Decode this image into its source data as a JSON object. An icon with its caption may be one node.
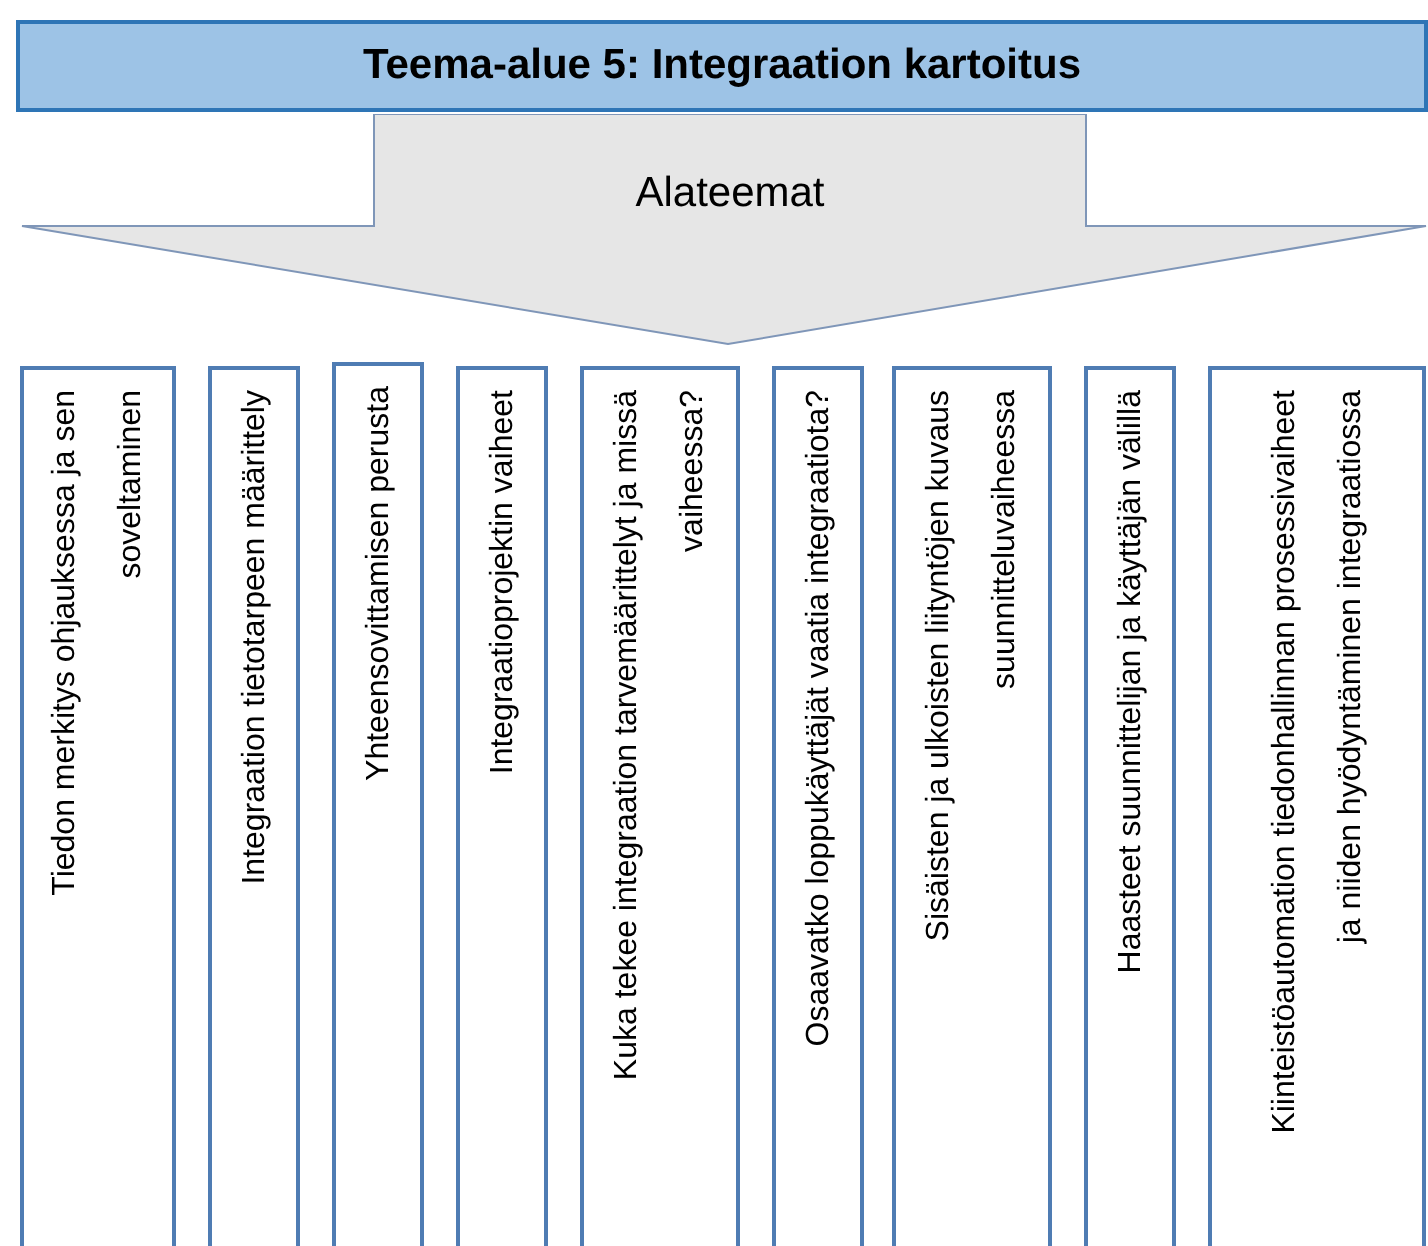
{
  "diagram": {
    "nodes": [
      {
        "text": [
          "Teema-alue 5: Integraation kartoitus"
        ]
      },
      {
        "text": [
          "Alateemat"
        ]
      },
      {
        "text": [
          "Tiedon merkitys ohjauksessa ja sen soveltaminen"
        ]
      },
      {
        "text": [
          "Integraation tietotarpeen määrittely"
        ]
      },
      {
        "text": [
          "Yhteensovittamisen perusta"
        ]
      },
      {
        "text": [
          "Integraatioprojektin vaiheet"
        ]
      },
      {
        "text": [
          "Kuka tekee integraation tarvemäärittelyt ja missä vaiheessa?"
        ]
      },
      {
        "text": [
          "Osaavatko loppukäyttäjät vaatia integraatiota?"
        ]
      },
      {
        "text": [
          "Sisäisten ja ulkoisten liityntöjen kuvaus suunnitteluvaiheessa"
        ]
      },
      {
        "text": [
          "Haasteet suunnittelijan ja käyttäjän välillä"
        ]
      },
      {
        "text": [
          "Kiinteistöautomation tiedonhallinnan prosessivaiheet ja niiden hyödyntäminen integraatiossa"
        ]
      }
    ]
  }
}
